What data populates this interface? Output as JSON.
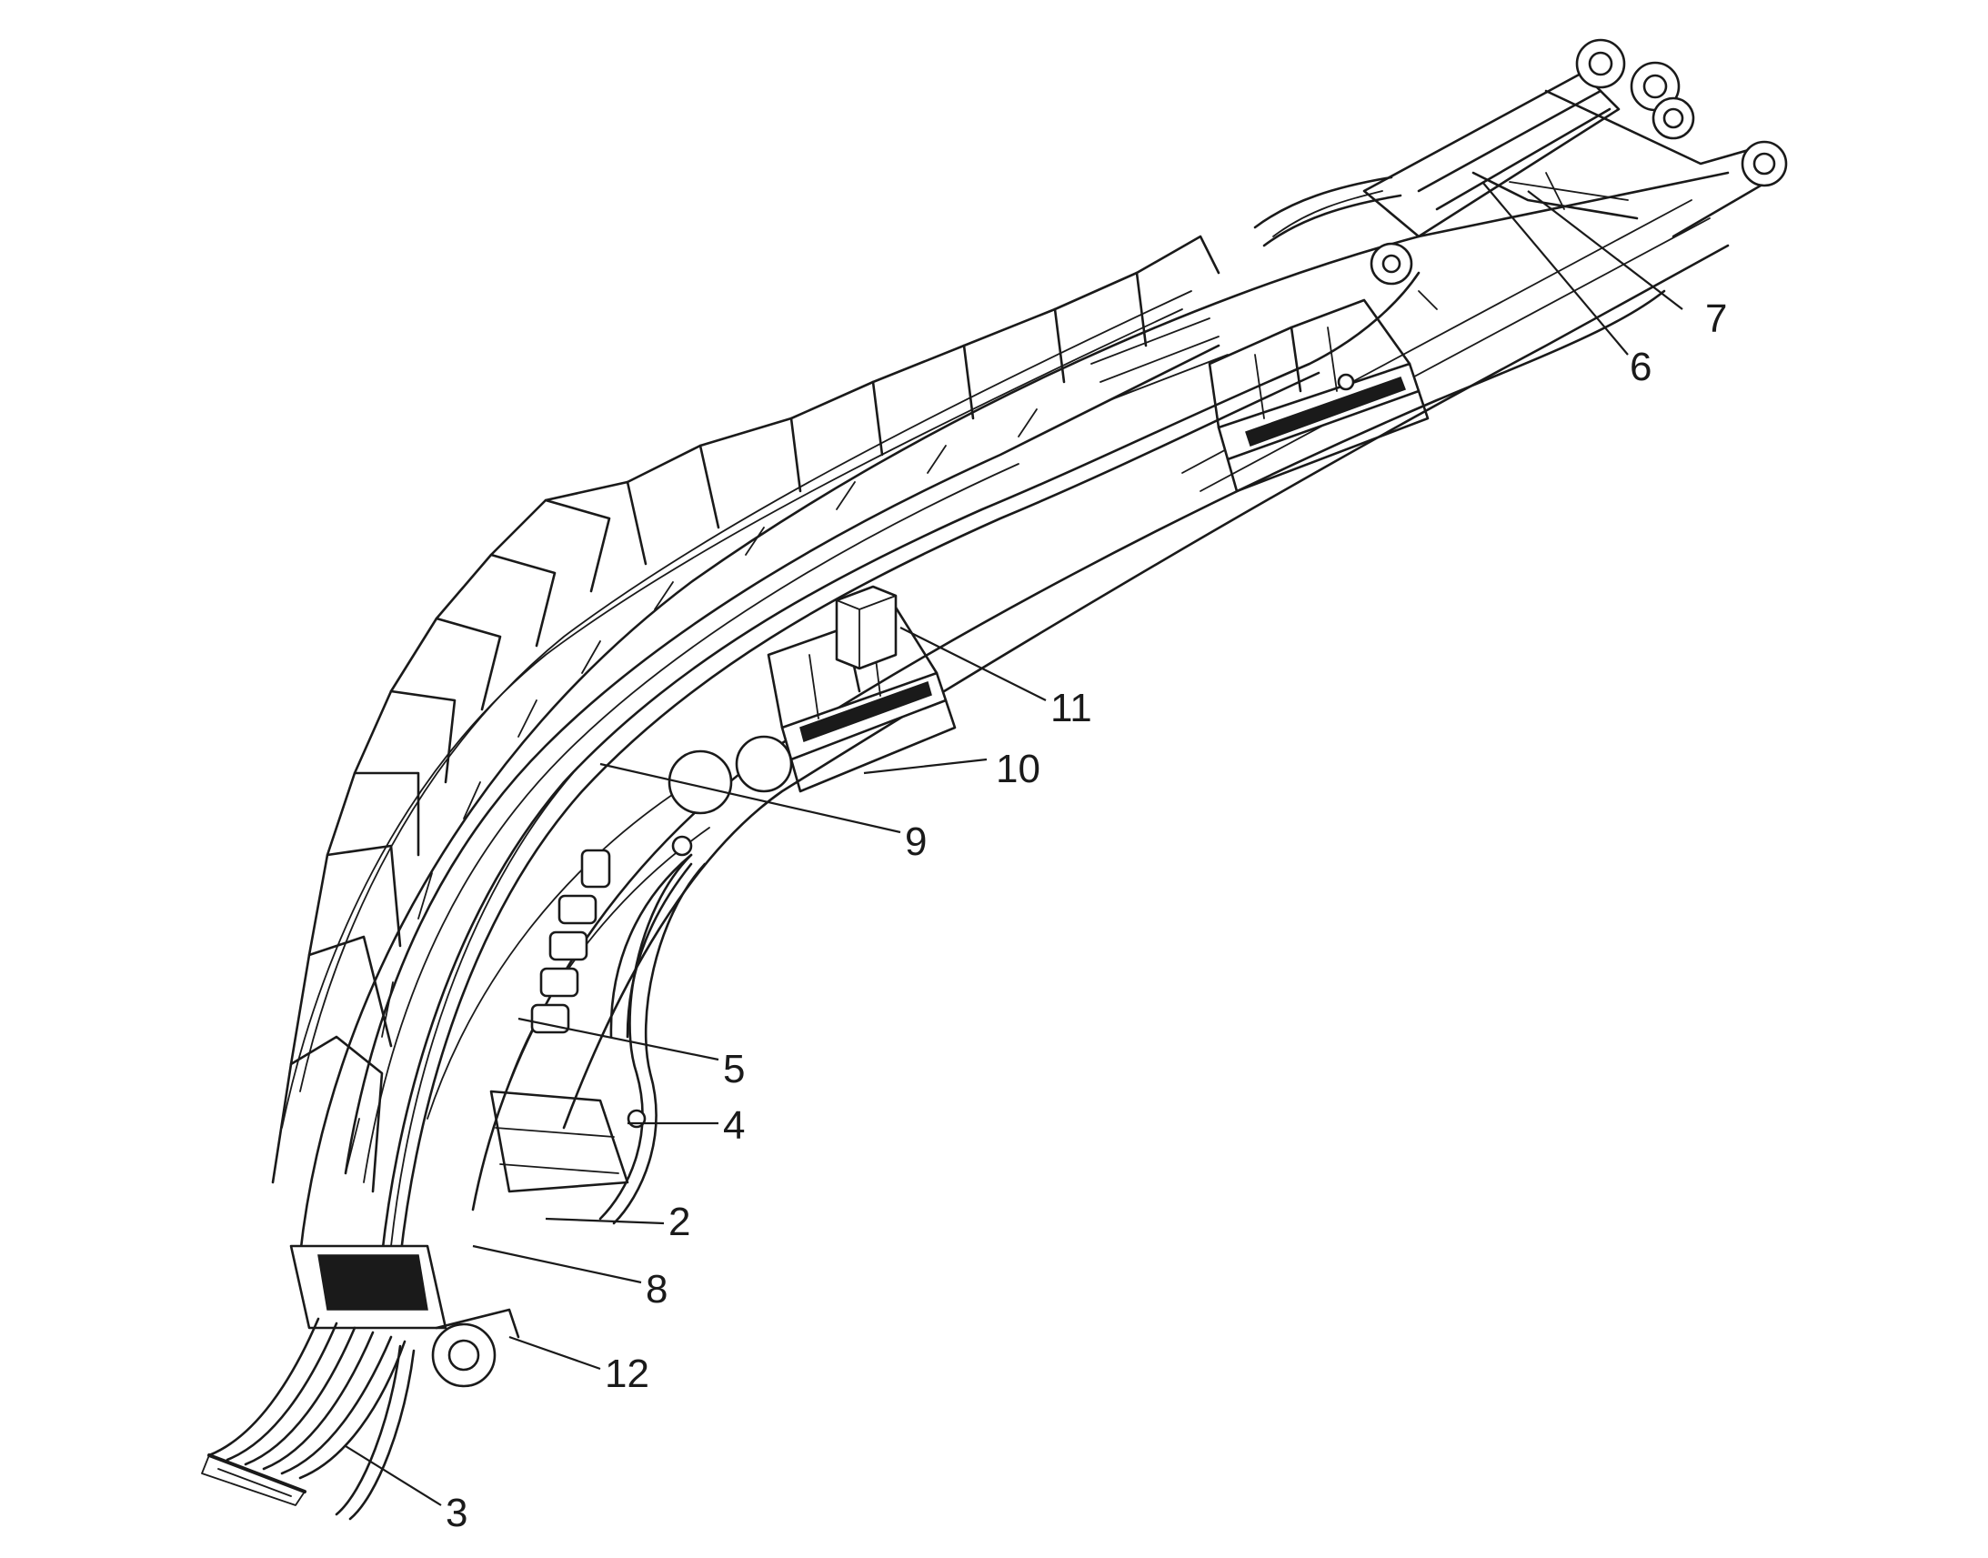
{
  "callouts": [
    {
      "id": "2",
      "label": "2"
    },
    {
      "id": "3",
      "label": "3"
    },
    {
      "id": "4",
      "label": "4"
    },
    {
      "id": "5",
      "label": "5"
    },
    {
      "id": "6",
      "label": "6"
    },
    {
      "id": "7",
      "label": "7"
    },
    {
      "id": "8",
      "label": "8"
    },
    {
      "id": "9",
      "label": "9"
    },
    {
      "id": "10",
      "label": "10"
    },
    {
      "id": "11",
      "label": "11"
    },
    {
      "id": "12",
      "label": "12"
    }
  ],
  "colors": {
    "line": "#1a1a1a",
    "background": "#ffffff"
  }
}
